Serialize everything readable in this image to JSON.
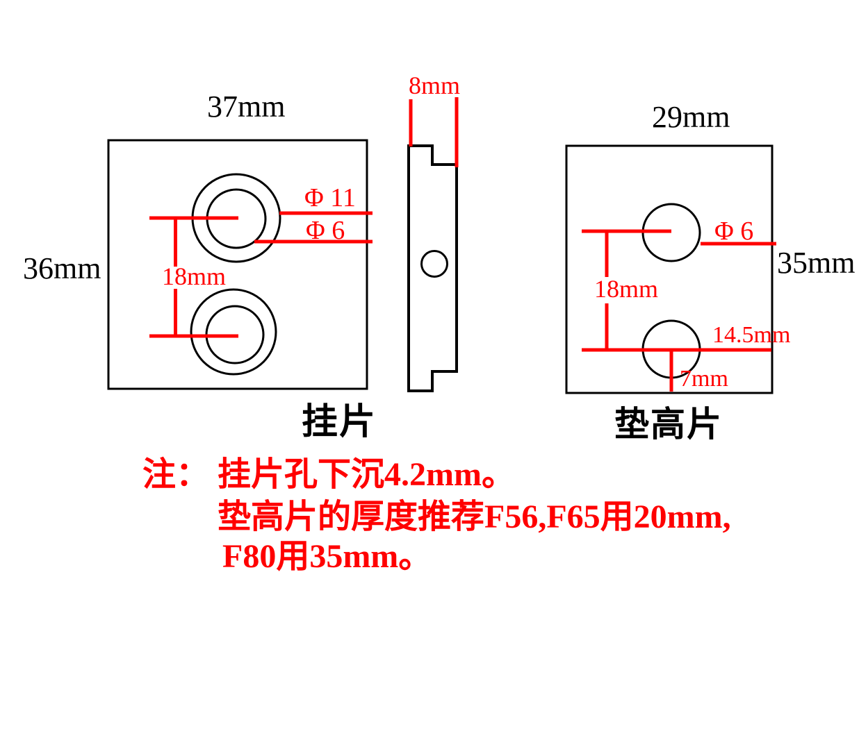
{
  "background": "#ffffff",
  "colors": {
    "outline": "#000000",
    "dimension": "#ff0000"
  },
  "left_view": {
    "width_label": "37mm",
    "height_label": "36mm",
    "caption": "挂片",
    "hole_spacing_label": "18mm",
    "outer_dia_label": "Φ 11",
    "inner_dia_label": "Φ 6"
  },
  "side_view": {
    "thickness_label": "8mm"
  },
  "right_view": {
    "width_label": "29mm",
    "height_label": "35mm",
    "caption": "垫高片",
    "hole_spacing_label": "18mm",
    "hole_dia_label": "Φ 6",
    "edge_offset_label": "14.5mm",
    "bottom_offset_label": "7mm"
  },
  "notes": {
    "line1": "注： 挂片孔下沉4.2mm。",
    "line2": "垫高片的厚度推荐F56,F65用20mm,",
    "line3": "F80用35mm。"
  }
}
